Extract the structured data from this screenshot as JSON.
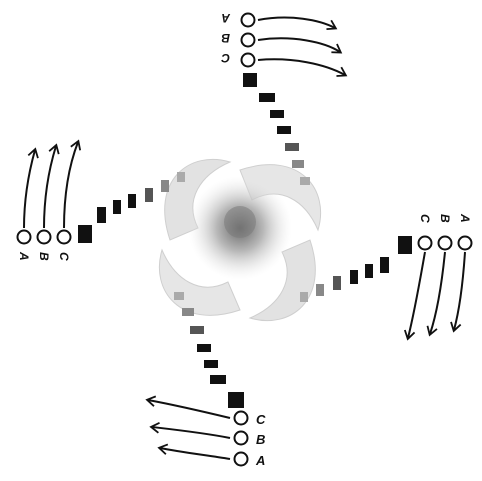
{
  "diagram": {
    "labels": [
      "A",
      "B",
      "C"
    ],
    "arms": [
      {
        "id": "top",
        "labels": [
          "A",
          "B",
          "C"
        ]
      },
      {
        "id": "right",
        "labels": [
          "A",
          "B",
          "C"
        ]
      },
      {
        "id": "bottom",
        "labels": [
          "A",
          "B",
          "C"
        ]
      },
      {
        "id": "left",
        "labels": [
          "A",
          "B",
          "C"
        ]
      }
    ]
  },
  "colors": {
    "ink": "#111111",
    "core": "#8a8a8a",
    "swirl": "#d9d9d9"
  }
}
